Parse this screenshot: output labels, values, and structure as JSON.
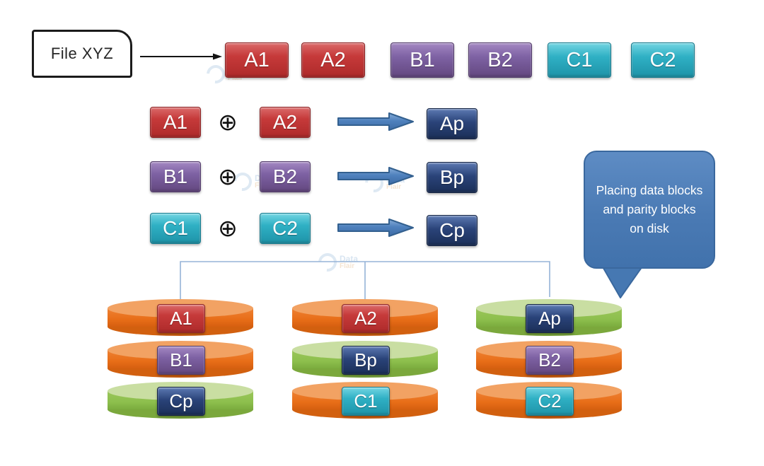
{
  "file_source": {
    "label": "File XYZ"
  },
  "stripe": {
    "blocks": [
      {
        "label": "A1",
        "color": "red"
      },
      {
        "label": "A2",
        "color": "red"
      },
      {
        "label": "B1",
        "color": "purple"
      },
      {
        "label": "B2",
        "color": "purple"
      },
      {
        "label": "C1",
        "color": "cyan"
      },
      {
        "label": "C2",
        "color": "cyan"
      }
    ]
  },
  "xor": {
    "operator": "⊕",
    "rows": [
      {
        "left": "A1",
        "right": "A2",
        "result": "Ap",
        "color": "red"
      },
      {
        "left": "B1",
        "right": "B2",
        "result": "Bp",
        "color": "purple"
      },
      {
        "left": "C1",
        "right": "C2",
        "result": "Cp",
        "color": "cyan"
      }
    ]
  },
  "callout": {
    "text": "Placing data blocks and parity blocks on disk"
  },
  "disks": {
    "stacks": [
      {
        "platters": [
          {
            "label": "A1",
            "disk_color": "orange",
            "block_color": "red"
          },
          {
            "label": "B1",
            "disk_color": "orange",
            "block_color": "purple"
          },
          {
            "label": "Cp",
            "disk_color": "green",
            "block_color": "navy"
          }
        ]
      },
      {
        "platters": [
          {
            "label": "A2",
            "disk_color": "orange",
            "block_color": "red"
          },
          {
            "label": "Bp",
            "disk_color": "green",
            "block_color": "navy"
          },
          {
            "label": "C1",
            "disk_color": "orange",
            "block_color": "cyan"
          }
        ]
      },
      {
        "platters": [
          {
            "label": "Ap",
            "disk_color": "green",
            "block_color": "navy"
          },
          {
            "label": "B2",
            "disk_color": "orange",
            "block_color": "purple"
          },
          {
            "label": "C2",
            "disk_color": "orange",
            "block_color": "cyan"
          }
        ]
      }
    ]
  },
  "watermark": {
    "brand": "DataFlair",
    "line1": "Data",
    "line2": "Flair"
  },
  "colors": {
    "block_red": "#C63A3A",
    "block_purple": "#7E62A4",
    "block_cyan": "#2FB0C4",
    "block_navy": "#2A4379",
    "fat_arrow": "#4F81BD",
    "connector_line": "#95B3D7",
    "disk_orange": "#E86E18",
    "disk_green": "#8DBF4D",
    "callout_blue": "#4A7AB4"
  }
}
